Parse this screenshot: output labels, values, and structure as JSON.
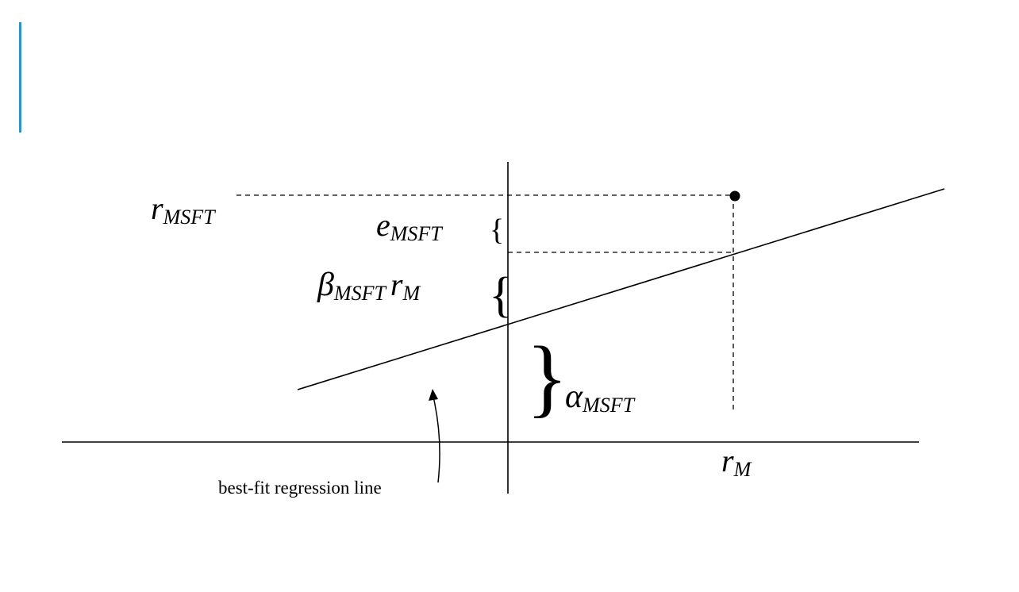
{
  "colors": {
    "accent": "#1a9bd7",
    "ink": "#000000",
    "background": "#ffffff"
  },
  "labels": {
    "r_msft": {
      "base": "r",
      "sub": "MSFT"
    },
    "e_msft": {
      "base": "e",
      "sub": "MSFT"
    },
    "beta_term": {
      "beta": "β",
      "beta_sub": "MSFT",
      "r": "r",
      "r_sub": "M"
    },
    "alpha_msft": {
      "base": "α",
      "sub": "MSFT"
    },
    "r_m": {
      "base": "r",
      "sub": "M"
    },
    "regression_line": "best-fit regression line"
  },
  "braces": {
    "e_brace": "{",
    "beta_brace": "{",
    "alpha_brace": "}"
  }
}
